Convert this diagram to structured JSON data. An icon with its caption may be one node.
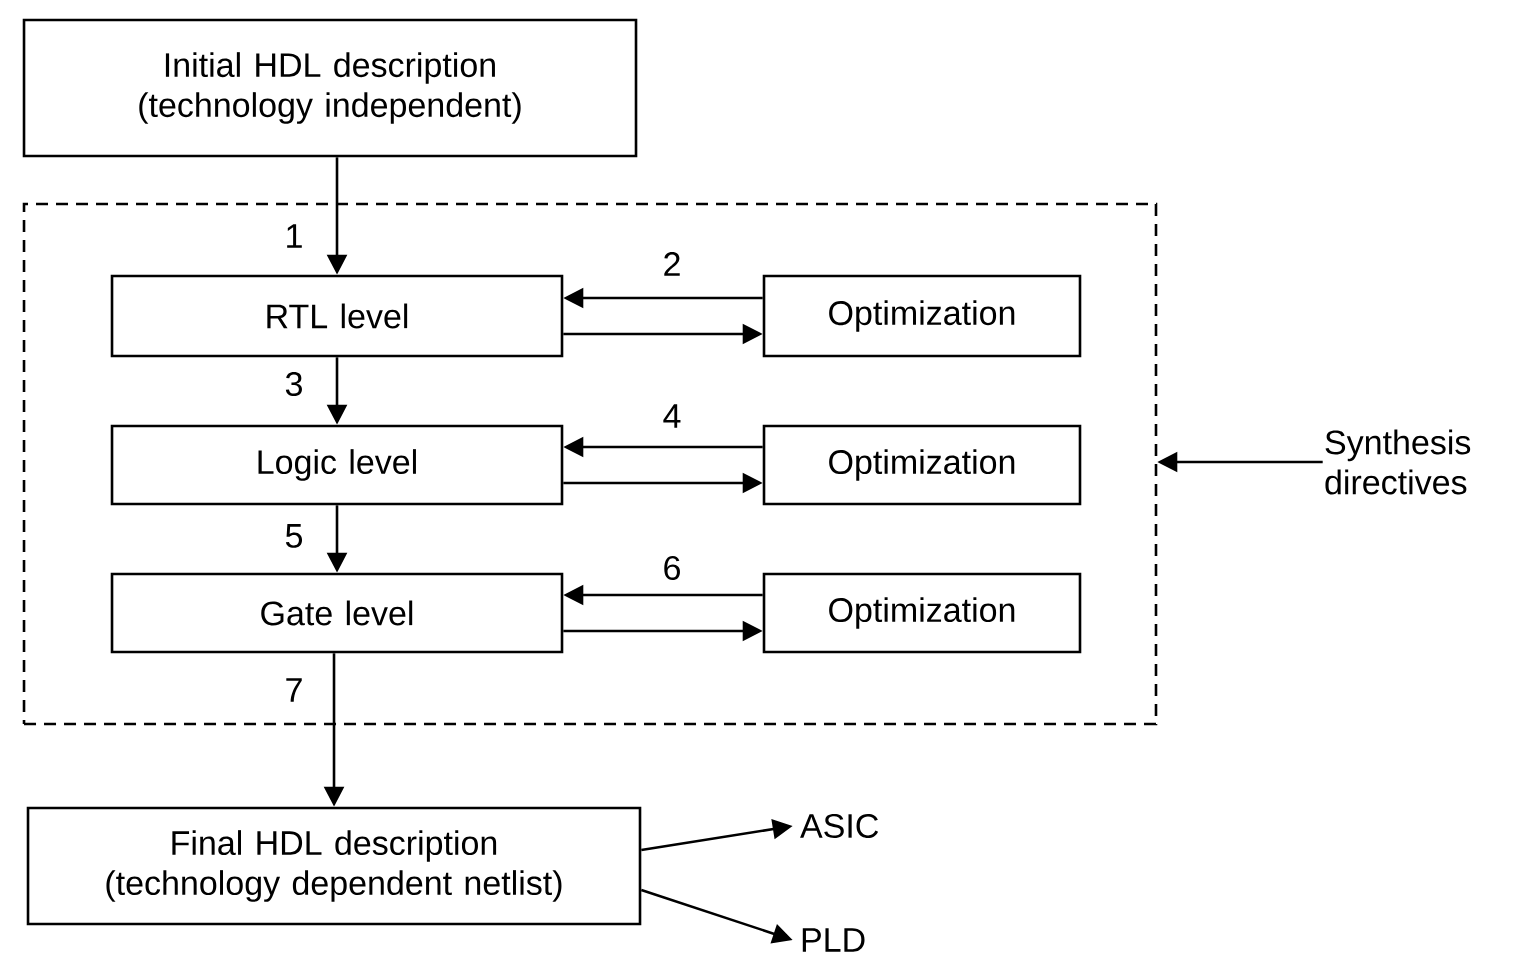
{
  "diagram": {
    "nodes": [
      {
        "text": [
          "Initial HDL description (technology independent)"
        ]
      },
      {
        "text": [],
        "shape": "box"
      },
      {
        "text": [
          "RTL level"
        ],
        "in": 1
      },
      {
        "text": [
          "Optimization"
        ],
        "in": 1
      },
      {
        "text": [
          "Logic level"
        ],
        "in": 1
      },
      {
        "text": [
          "Optimization"
        ],
        "in": 1
      },
      {
        "text": [
          "Gate level"
        ],
        "in": 1
      },
      {
        "text": [
          "Optimization"
        ],
        "in": 1
      },
      {
        "text": [
          "Final HDL description (technology dependent netlist)"
        ]
      },
      {
        "text": [
          "Synthesis directives"
        ]
      },
      {
        "text": [
          "ASIC"
        ]
      },
      {
        "text": [
          "PLD"
        ]
      }
    ],
    "edges": [
      {
        "from": 0,
        "to": 2,
        "arrow": "to",
        "label": "1"
      },
      {
        "from": 3,
        "to": 2,
        "arrow": "to",
        "label": "2"
      },
      {
        "from": 2,
        "to": 3,
        "arrow": "to"
      },
      {
        "from": 2,
        "to": 4,
        "arrow": "to",
        "label": "3"
      },
      {
        "from": 5,
        "to": 4,
        "arrow": "to",
        "label": "4"
      },
      {
        "from": 4,
        "to": 5,
        "arrow": "to"
      },
      {
        "from": 4,
        "to": 6,
        "arrow": "to",
        "label": "5"
      },
      {
        "from": 7,
        "to": 6,
        "arrow": "to",
        "label": "6"
      },
      {
        "from": 6,
        "to": 7,
        "arrow": "to"
      },
      {
        "from": 6,
        "to": 8,
        "arrow": "to",
        "label": "7"
      },
      {
        "from": 9,
        "to": 1,
        "arrow": "to"
      },
      {
        "from": 8,
        "to": 10,
        "arrow": "to"
      },
      {
        "from": 8,
        "to": 11,
        "arrow": "to"
      }
    ]
  }
}
